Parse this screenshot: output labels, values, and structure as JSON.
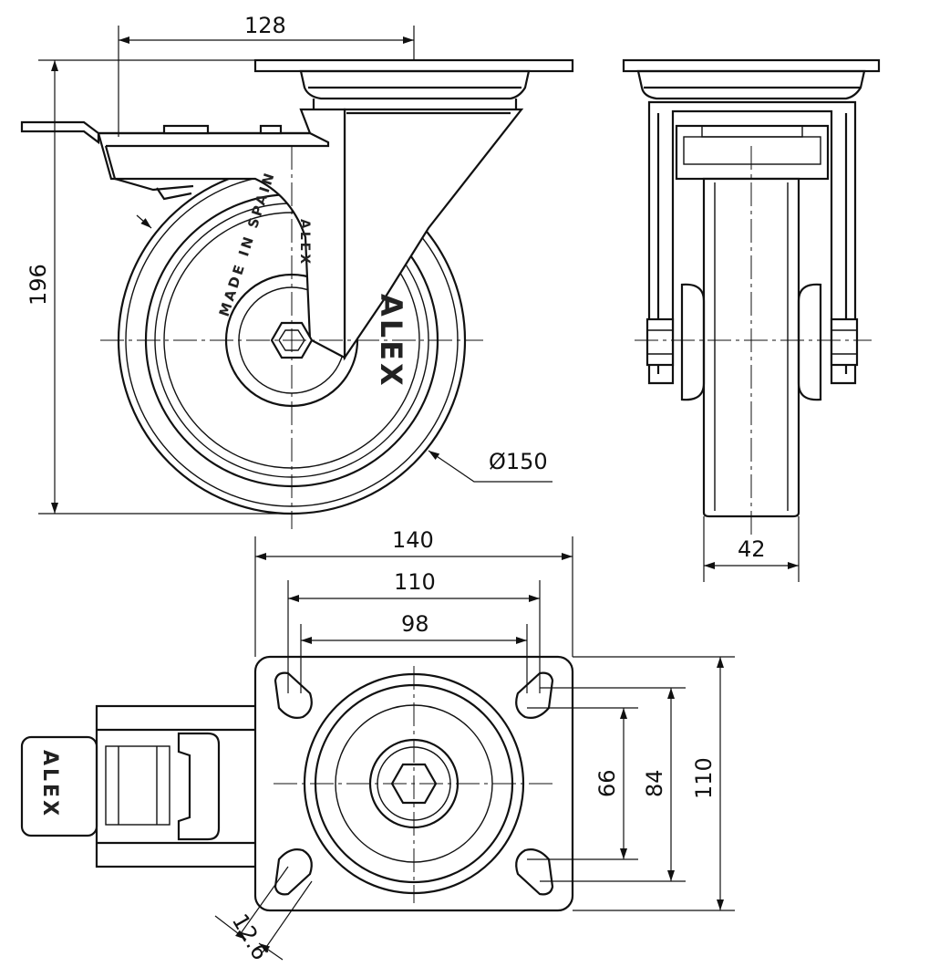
{
  "dimensions": {
    "top_offset": "128",
    "height": "196",
    "wheel_diameter": "Ø150",
    "wheel_width": "42",
    "plate_width": "140",
    "hole_spacing_outer": "110",
    "hole_spacing_inner": "98",
    "plate_height": "110",
    "hole_spacing_vertical_outer": "84",
    "hole_spacing_vertical_inner": "66",
    "slot_width": "12.6"
  },
  "markings": {
    "made_in": "MADE IN SPAIN",
    "brand": "ALEX"
  },
  "icons": [
    "hex-nut-icon",
    "arrow-icon"
  ]
}
